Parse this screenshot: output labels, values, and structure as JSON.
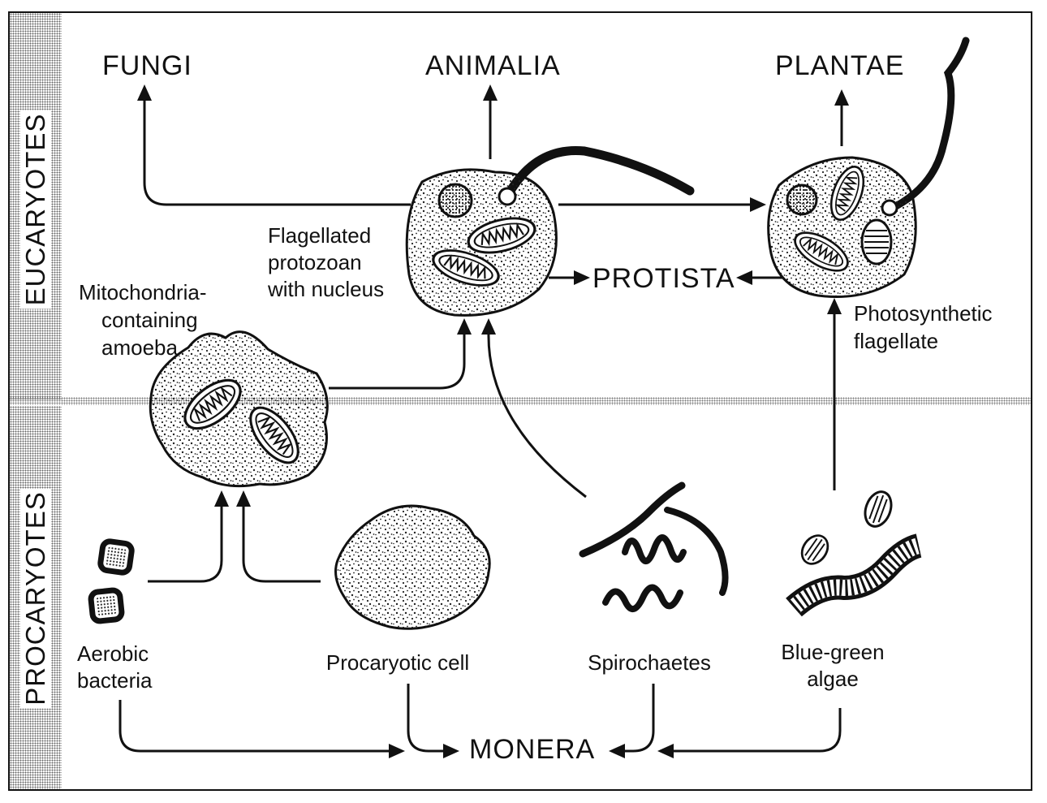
{
  "side_labels": {
    "eucaryotes": "EUCARYOTES",
    "procaryotes": "PROCARYOTES"
  },
  "kingdoms": {
    "fungi": "FUNGI",
    "animalia": "ANIMALIA",
    "plantae": "PLANTAE",
    "protista": "PROTISTA",
    "monera": "MONERA"
  },
  "organisms": {
    "flagellated_protozoan": [
      "Flagellated",
      "protozoan",
      "with nucleus"
    ],
    "amoeba": [
      "Mitochondria-",
      "containing",
      "amoeba"
    ],
    "photosynthetic_flagellate": [
      "Photosynthetic",
      "flagellate"
    ],
    "aerobic_bacteria": [
      "Aerobic",
      "bacteria"
    ],
    "procaryotic_cell": "Procaryotic cell",
    "spirochaetes": "Spirochaetes",
    "blue_green_algae": [
      "Blue-green",
      "algae"
    ]
  }
}
